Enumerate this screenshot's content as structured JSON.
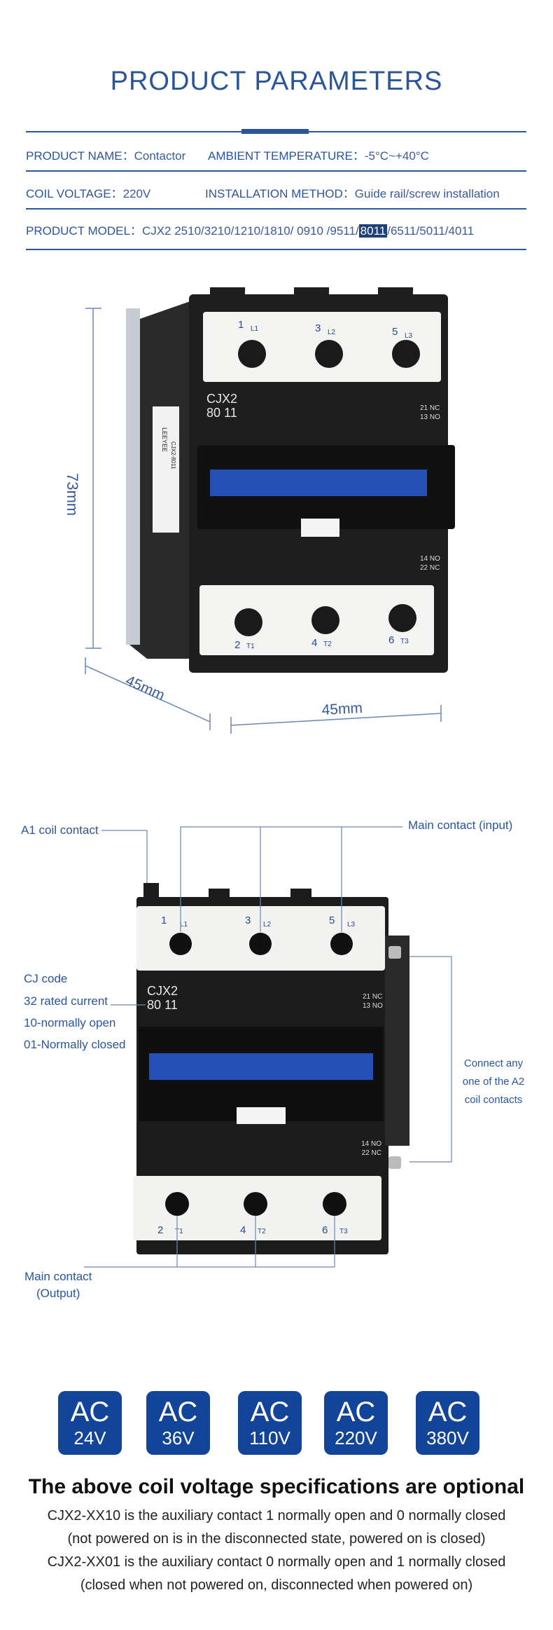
{
  "header": {
    "title": "PRODUCT PARAMETERS"
  },
  "params": {
    "name_key": "PRODUCT NAME：",
    "name_val": "Contactor",
    "temp_key": "AMBIENT TEMPERATURE：",
    "temp_val": "-5°C~+40°C",
    "coil_key": "COIL VOLTAGE：",
    "coil_val": "220V",
    "install_key": "INSTALLATION METHOD：",
    "install_val": "Guide rail/screw installation",
    "model_key": "PRODUCT MODEL：",
    "model_pre": "CJX2 2510/3210/1210/1810/ 0910 /9511/",
    "model_hl": "8011",
    "model_post": "/6511/5011/4011"
  },
  "diagram1": {
    "height_label": "73mm",
    "depth_label": "45mm",
    "width_label": "45mm",
    "brand": "LEEYEE",
    "model_side": "CJX2-8011",
    "top_nums": [
      "1",
      "3",
      "5"
    ],
    "top_labels": [
      "L1",
      "L2",
      "L3"
    ],
    "bot_nums": [
      "2",
      "4",
      "6"
    ],
    "bot_labels": [
      "T1",
      "T2",
      "T3"
    ],
    "body_line1": "CJX2",
    "body_line2": "80 11",
    "nc_top1": "21 NC",
    "nc_top2": "13 NO",
    "nc_bot1": "14 NO",
    "nc_bot2": "22 NC"
  },
  "diagram2": {
    "a1": "A1 coil contact",
    "main_in": "Main contact (input)",
    "cj_code": "CJ code",
    "rated": "32 rated current",
    "no": "10-normally open",
    "nc": "01-Normally closed",
    "a2_1": "Connect any",
    "a2_2": "one of the A2",
    "a2_3": "coil contacts",
    "main_out_1": "Main contact",
    "main_out_2": "(Output)"
  },
  "voltages": [
    {
      "a": "AC",
      "b": "24V"
    },
    {
      "a": "AC",
      "b": "36V"
    },
    {
      "a": "AC",
      "b": "110V"
    },
    {
      "a": "AC",
      "b": "220V"
    },
    {
      "a": "AC",
      "b": "380V"
    }
  ],
  "bottom": {
    "title": "The above coil voltage specifications are optional",
    "line1": "CJX2-XX10 is the auxiliary contact 1 normally open and 0 normally closed",
    "line2": "(not powered on is in the disconnected state, powered on is closed)",
    "line3": "CJX2-XX01 is the auxiliary contact 0 normally open and 1 normally closed",
    "line4": "(closed when not powered on, disconnected when powered on)"
  },
  "colors": {
    "accent": "#2a5599",
    "badge": "#12449a",
    "contact_blue": "#2450b8"
  }
}
